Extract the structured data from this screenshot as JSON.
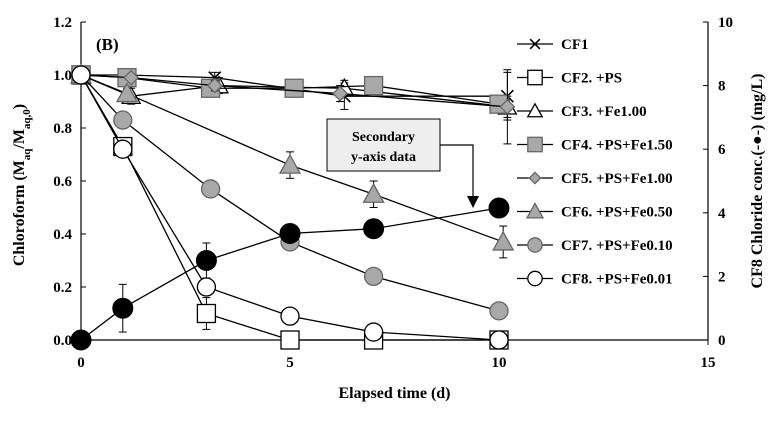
{
  "chart_data": {
    "type": "line",
    "panel_label": "(B)",
    "xlabel": "Elapsed time (d)",
    "ylabel": {
      "main": "Chloroform (M",
      "sub1": "aq",
      "mid": "/M",
      "sub2": "aq,0",
      "end": ")"
    },
    "y2label": "CF8 Chloride conc.(-●-) (mg/L)",
    "xlim": [
      0,
      15
    ],
    "ylim": [
      0,
      1.2
    ],
    "y2lim": [
      0,
      10
    ],
    "xticks": [
      "0",
      "5",
      "10",
      "15"
    ],
    "yticks": [
      "0.0",
      "0.2",
      "0.4",
      "0.6",
      "0.8",
      "1.0",
      "1.2"
    ],
    "y2ticks": [
      "0",
      "2",
      "4",
      "6",
      "8",
      "10"
    ],
    "legend_position": "right",
    "annotation": {
      "line1": "Secondary",
      "line2": "y-axis data"
    },
    "series": [
      {
        "name": "CF1",
        "marker": "x",
        "x": [
          0,
          1.1,
          3.2,
          6.3,
          10.2
        ],
        "y": [
          1.0,
          1.0,
          0.99,
          0.92,
          0.92
        ],
        "err": [
          0,
          0.02,
          0.02,
          0.05,
          0.09
        ]
      },
      {
        "name": "CF2. +PS",
        "marker": "square-open",
        "x": [
          0,
          1.0,
          3.0,
          5.0,
          7.0,
          10.0
        ],
        "y": [
          1.0,
          0.73,
          0.1,
          0.0,
          0.0,
          0.0
        ],
        "err": [
          0,
          0.03,
          0.06,
          0,
          0,
          0
        ]
      },
      {
        "name": "CF3. +Fe1.00",
        "marker": "triangle-open",
        "x": [
          0,
          1.2,
          3.3,
          6.3,
          10.2
        ],
        "y": [
          1.0,
          0.92,
          0.96,
          0.95,
          0.88
        ],
        "err": [
          0,
          0.03,
          0.03,
          0.03,
          0.04
        ]
      },
      {
        "name": "CF4. +PS+Fe1.50",
        "marker": "square-gray",
        "x": [
          0,
          1.1,
          3.1,
          5.1,
          7.0,
          10.0
        ],
        "y": [
          1.0,
          0.99,
          0.95,
          0.95,
          0.96,
          0.89
        ],
        "err": [
          0,
          0.01,
          0.02,
          0.02,
          0.02,
          0.03
        ]
      },
      {
        "name": "CF5. +PS+Fe1.00",
        "marker": "diamond-gray",
        "x": [
          0,
          1.2,
          3.2,
          6.2,
          10.2
        ],
        "y": [
          1.0,
          0.99,
          0.96,
          0.93,
          0.88
        ],
        "err": [
          0,
          0.01,
          0.02,
          0.03,
          0.14
        ]
      },
      {
        "name": "CF6. +PS+Fe0.50",
        "marker": "triangle-gray",
        "x": [
          0,
          1.1,
          5.0,
          7.0,
          10.1
        ],
        "y": [
          1.0,
          0.93,
          0.66,
          0.55,
          0.37
        ],
        "err": [
          0,
          0.02,
          0.05,
          0.05,
          0.06
        ]
      },
      {
        "name": "CF7. +PS+Fe0.10",
        "marker": "circle-gray",
        "x": [
          0,
          1.0,
          3.1,
          5.0,
          7.0,
          10.0
        ],
        "y": [
          1.0,
          0.83,
          0.57,
          0.37,
          0.24,
          0.11
        ],
        "err": [
          0,
          0.02,
          0.02,
          0.02,
          0.02,
          0.02
        ]
      },
      {
        "name": "CF8. +PS+Fe0.01",
        "marker": "circle-open",
        "x": [
          0,
          1.0,
          3.0,
          5.0,
          7.0,
          10.0
        ],
        "y": [
          1.0,
          0.72,
          0.2,
          0.09,
          0.03,
          0.0
        ],
        "err": [
          0,
          0.03,
          0.03,
          0.03,
          0.02,
          0
        ]
      },
      {
        "name": "CF8 Chloride",
        "axis": "y2",
        "marker": "circle-black",
        "x": [
          0,
          1.0,
          3.0,
          5.0,
          7.0,
          10.0
        ],
        "y": [
          0.0,
          1.0,
          2.5,
          3.35,
          3.5,
          4.15
        ],
        "err": [
          0,
          0.75,
          0.55,
          0,
          0,
          0
        ]
      }
    ]
  }
}
